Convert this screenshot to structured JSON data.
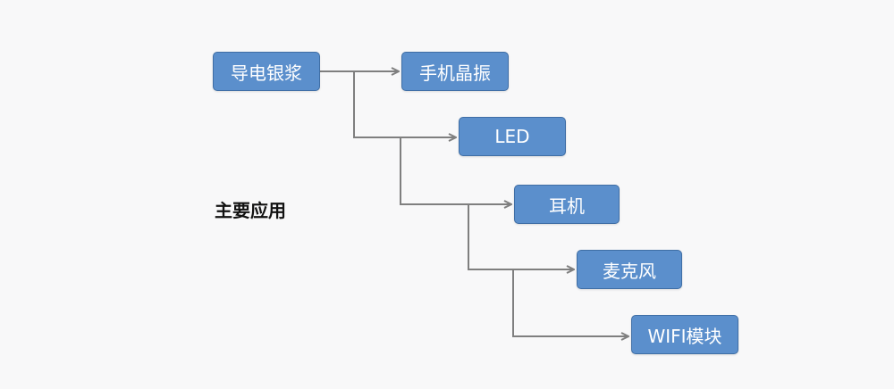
{
  "root": {
    "label": "导电银浆"
  },
  "category_label": "主要应用",
  "applications": [
    {
      "label": "手机晶振"
    },
    {
      "label": "LED"
    },
    {
      "label": "耳机"
    },
    {
      "label": "麦克风"
    },
    {
      "label": "WIFI模块"
    }
  ],
  "colors": {
    "node_fill": "#5b8fcc",
    "node_border": "#3f6ea5",
    "connector": "#7f7f7f",
    "background": "#f8f8f9"
  }
}
